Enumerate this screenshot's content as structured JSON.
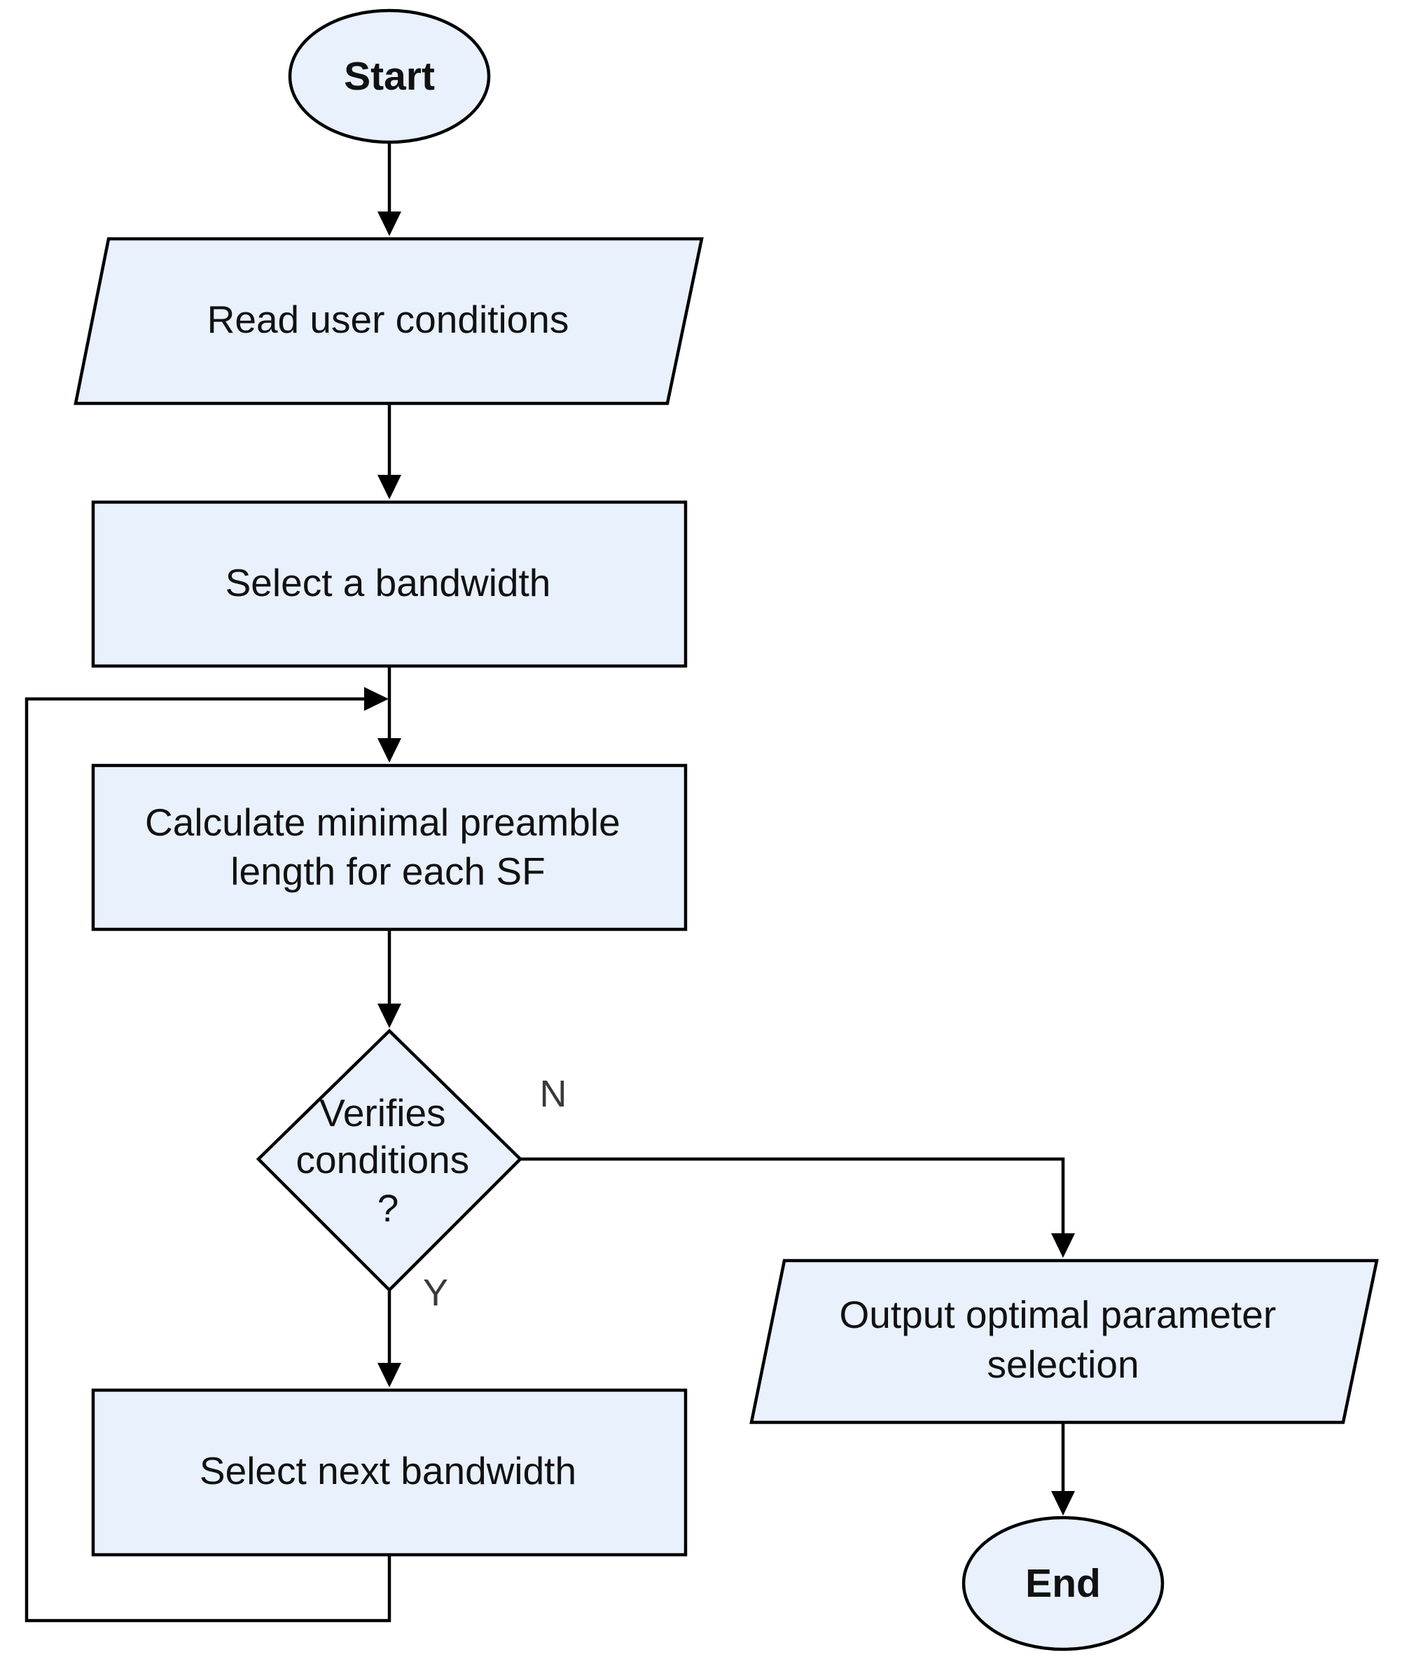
{
  "diagram": {
    "type": "flowchart",
    "colors": {
      "node_fill": "#e9f1fd",
      "stroke": "#000000",
      "text": "#111111"
    },
    "nodes": {
      "start": {
        "shape": "ellipse",
        "label": "Start"
      },
      "read_conditions": {
        "shape": "parallelogram",
        "label": "Read user conditions"
      },
      "select_bandwidth": {
        "shape": "rectangle",
        "label": "Select a bandwidth"
      },
      "calculate_preamble": {
        "shape": "rectangle",
        "lines": [
          "Calculate minimal preamble",
          "length for each SF"
        ]
      },
      "verify_conditions": {
        "shape": "diamond",
        "lines": [
          "Verifies",
          "conditions",
          "?"
        ]
      },
      "select_next_bandwidth": {
        "shape": "rectangle",
        "label": "Select next bandwidth"
      },
      "output_selection": {
        "shape": "parallelogram",
        "lines": [
          "Output optimal parameter",
          "selection"
        ]
      },
      "end": {
        "shape": "ellipse",
        "label": "End"
      }
    },
    "edges": [
      {
        "from": "start",
        "to": "read_conditions"
      },
      {
        "from": "read_conditions",
        "to": "select_bandwidth"
      },
      {
        "from": "select_bandwidth",
        "to": "calculate_preamble"
      },
      {
        "from": "verify_conditions",
        "to": "output_selection",
        "label": "N"
      },
      {
        "from": "verify_conditions",
        "to": "select_next_bandwidth",
        "label": "Y"
      },
      {
        "from": "calculate_preamble",
        "to": "verify_conditions"
      },
      {
        "from": "select_next_bandwidth",
        "to": "calculate_preamble",
        "note": "loop back"
      },
      {
        "from": "output_selection",
        "to": "end"
      }
    ],
    "branch_labels": {
      "no": "N",
      "yes": "Y"
    }
  }
}
